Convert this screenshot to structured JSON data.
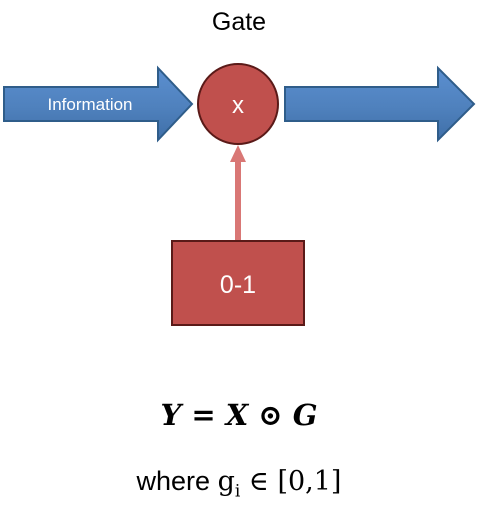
{
  "diagram": {
    "gate_label": "Gate",
    "input_arrow_label": "Information",
    "operator_symbol": "x",
    "control_box_label": "0-1"
  },
  "formula": {
    "equation": "Y = X ⊙ G",
    "where_prefix": "where",
    "where_var": "g",
    "where_sub": "i",
    "where_rest": " ∈ [0,1]"
  },
  "colors": {
    "arrow_fill": "#4f81bd",
    "arrow_stroke": "#2f5d8a",
    "node_fill": "#c0504d",
    "node_stroke": "#5a1a18",
    "control_arrow": "#d97775"
  }
}
